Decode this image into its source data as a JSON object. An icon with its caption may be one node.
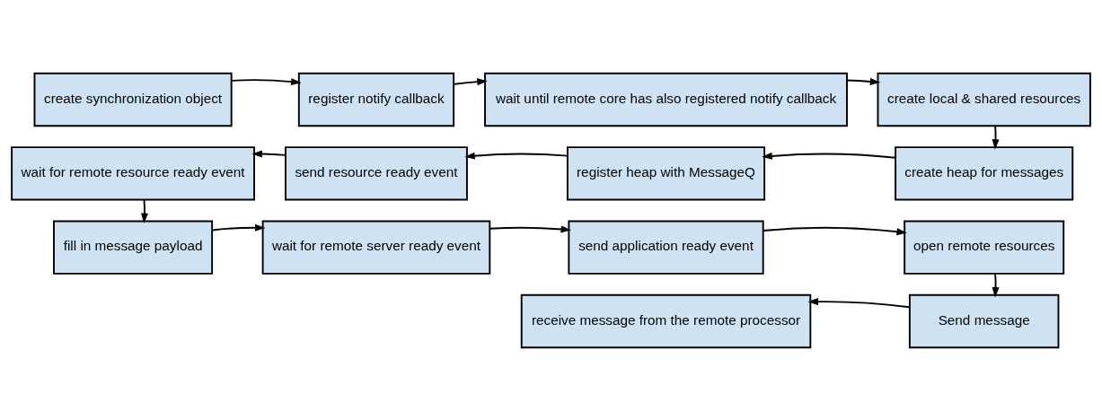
{
  "diagram": {
    "nodes": [
      {
        "text": [
          "create synchronization object"
        ]
      },
      {
        "text": [
          "register notify callback"
        ]
      },
      {
        "text": [
          "wait until remote core has also registered notify callback"
        ]
      },
      {
        "text": [
          "create local & shared resources"
        ]
      },
      {
        "text": [
          "create heap for messages"
        ]
      },
      {
        "text": [
          "register heap with MessageQ"
        ]
      },
      {
        "text": [
          "send resource ready event"
        ]
      },
      {
        "text": [
          "wait for remote resource ready event"
        ]
      },
      {
        "text": [
          "fill in message payload"
        ]
      },
      {
        "text": [
          "wait for remote server ready event"
        ]
      },
      {
        "text": [
          "send application ready event"
        ]
      },
      {
        "text": [
          "open remote resources"
        ]
      },
      {
        "text": [
          "Send message"
        ]
      },
      {
        "text": [
          "receive message from the remote processor"
        ]
      }
    ],
    "edges": [
      {
        "from": 0,
        "to": 1,
        "arrow": "to"
      },
      {
        "from": 1,
        "to": 2,
        "arrow": "to"
      },
      {
        "from": 2,
        "to": 3,
        "arrow": "to"
      },
      {
        "from": 3,
        "to": 4,
        "arrow": "to"
      },
      {
        "from": 4,
        "to": 5,
        "arrow": "to"
      },
      {
        "from": 5,
        "to": 6,
        "arrow": "to"
      },
      {
        "from": 6,
        "to": 7,
        "arrow": "to"
      },
      {
        "from": 7,
        "to": 8,
        "arrow": "to"
      },
      {
        "from": 8,
        "to": 9,
        "arrow": "to"
      },
      {
        "from": 9,
        "to": 10,
        "arrow": "to"
      },
      {
        "from": 10,
        "to": 11,
        "arrow": "to"
      },
      {
        "from": 11,
        "to": 12,
        "arrow": "to"
      },
      {
        "from": 12,
        "to": 13,
        "arrow": "to"
      }
    ]
  }
}
